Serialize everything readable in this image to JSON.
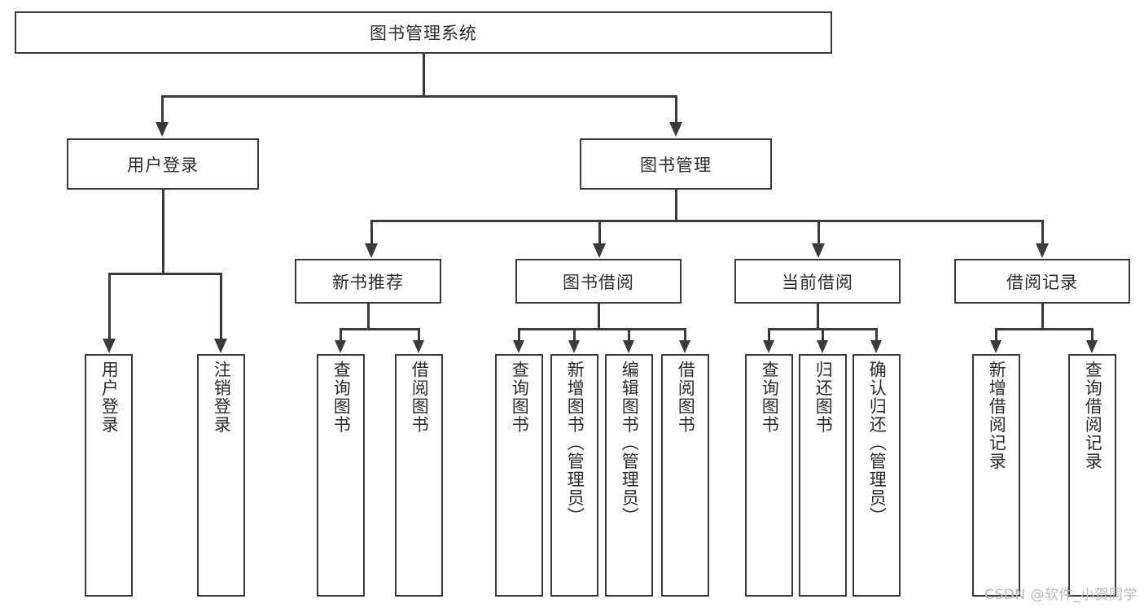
{
  "diagram": {
    "type": "hierarchy-tree",
    "title": "图书管理系统",
    "root": {
      "label": "图书管理系统",
      "orientation": "horizontal"
    },
    "level1": [
      {
        "label": "用户登录",
        "orientation": "horizontal"
      },
      {
        "label": "图书管理",
        "orientation": "horizontal"
      }
    ],
    "level2": [
      {
        "label": "新书推荐",
        "orientation": "horizontal"
      },
      {
        "label": "图书借阅",
        "orientation": "horizontal"
      },
      {
        "label": "当前借阅",
        "orientation": "horizontal"
      },
      {
        "label": "借阅记录",
        "orientation": "horizontal"
      }
    ],
    "leaves": {
      "user_login": [
        {
          "label": "用户登录",
          "orientation": "vertical"
        },
        {
          "label": "注销登录",
          "orientation": "vertical"
        }
      ],
      "new_book_recommend": [
        {
          "label": "查询图书",
          "orientation": "vertical"
        },
        {
          "label": "借阅图书",
          "orientation": "vertical"
        }
      ],
      "book_borrow": [
        {
          "label": "查询图书",
          "orientation": "vertical"
        },
        {
          "label": "新增图书（管理员）",
          "orientation": "vertical"
        },
        {
          "label": "编辑图书（管理员）",
          "orientation": "vertical"
        },
        {
          "label": "借阅图书",
          "orientation": "vertical"
        }
      ],
      "current_borrow": [
        {
          "label": "查询图书",
          "orientation": "vertical"
        },
        {
          "label": "归还图书",
          "orientation": "vertical"
        },
        {
          "label": "确认归还（管理员）",
          "orientation": "vertical"
        }
      ],
      "borrow_record": [
        {
          "label": "新增借阅记录",
          "orientation": "vertical"
        },
        {
          "label": "查询借阅记录",
          "orientation": "vertical"
        }
      ]
    }
  },
  "watermark": {
    "text": "CSDN @软件_小贺同学"
  },
  "colors": {
    "stroke": "#3a3a3a",
    "text": "#2b2b2b",
    "background": "#ffffff",
    "watermark": "#b9b9b9"
  }
}
